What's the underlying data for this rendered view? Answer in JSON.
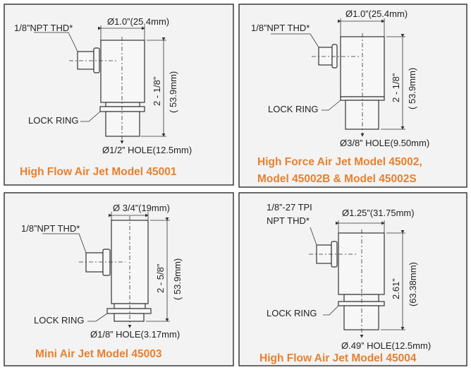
{
  "panels": [
    {
      "title": "High Flow Air Jet Model 45001",
      "thread": "1/8”NPT THD*",
      "diameter": "Ø1.0”(25.4mm)",
      "height_in": "2 - 1/8”",
      "height_mm": "( 53.9mm)",
      "lock_ring": "LOCK RING",
      "hole": "Ø1/2” HOLE(12.5mm)"
    },
    {
      "title": "High Force Air Jet Model 45002,",
      "title_line2": "Model 45002B & Model 45002S",
      "thread": "1/8”NPT THD*",
      "diameter": "Ø1.0”(25.4mm)",
      "height_in": "2 - 1/8”",
      "height_mm": "( 53.9mm)",
      "lock_ring": "LOCK RING",
      "hole": "Ø3/8” HOLE(9.50mm)"
    },
    {
      "title": "Mini Air Jet Model 45003",
      "thread": "1/8”NPT THD*",
      "diameter": "Ø 3/4”(19mm)",
      "height_in": "2 - 5/8”",
      "height_mm": "( 53.9mm)",
      "lock_ring": "LOCK RING",
      "hole": "Ø1/8” HOLE(3.17mm)"
    },
    {
      "title": "High Flow Air Jet Model 45004",
      "thread": "1/8”-27 TPI",
      "thread_line2": "NPT THD*",
      "diameter": "Ø1.25”(31.75mm)",
      "height_in": "2.61”",
      "height_mm": "(63.38mm)",
      "lock_ring": "LOCK RING",
      "hole": "Ø.49” HOLE(12.5mm)"
    }
  ],
  "colors": {
    "title": "#e8802e",
    "panel": "#f3f3f3"
  }
}
